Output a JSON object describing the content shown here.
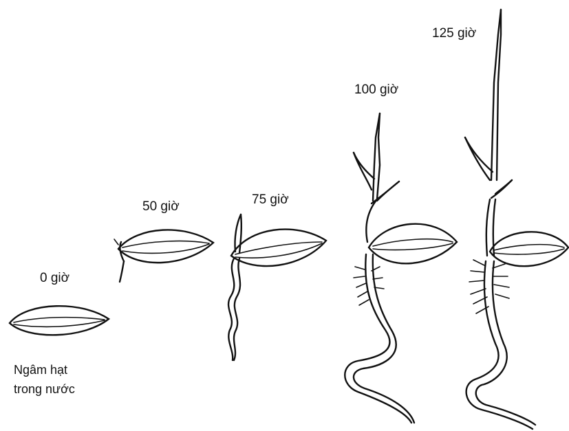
{
  "stages": [
    {
      "id": "stage-0",
      "label": "0 giờ"
    },
    {
      "id": "stage-50",
      "label": "50 giờ"
    },
    {
      "id": "stage-75",
      "label": "75 giờ"
    },
    {
      "id": "stage-100",
      "label": "100 giờ"
    },
    {
      "id": "stage-125",
      "label": "125 giờ"
    }
  ],
  "caption": {
    "line1": "Ngâm hạt",
    "line2": "trong nước"
  }
}
